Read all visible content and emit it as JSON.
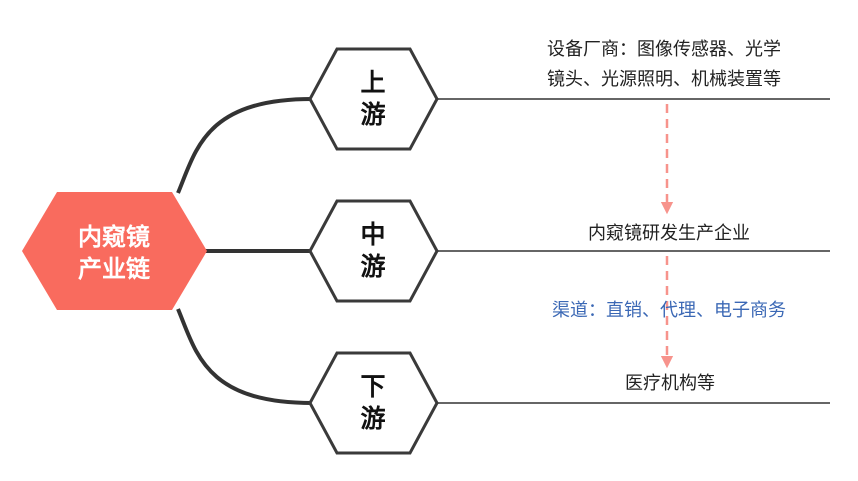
{
  "root": {
    "line1": "内窥镜",
    "line2": "产业链"
  },
  "stages": {
    "upstream": {
      "char1": "上",
      "char2": "游",
      "desc_line1": "设备厂商：图像传感器、光学",
      "desc_line2": "镜头、光源照明、机械装置等"
    },
    "midstream": {
      "char1": "中",
      "char2": "游",
      "desc_line1": "内窥镜研发生产企业"
    },
    "downstream": {
      "char1": "下",
      "char2": "游",
      "desc_line1": "医疗机构等"
    }
  },
  "channel": "渠道：直销、代理、电子商务",
  "colors": {
    "root_fill": "#f96b5e",
    "hex_stroke": "#3a3a3a",
    "line": "#333333",
    "underline": "#666666",
    "arrow": "#f7938c",
    "channel_text": "#3b68b5"
  }
}
